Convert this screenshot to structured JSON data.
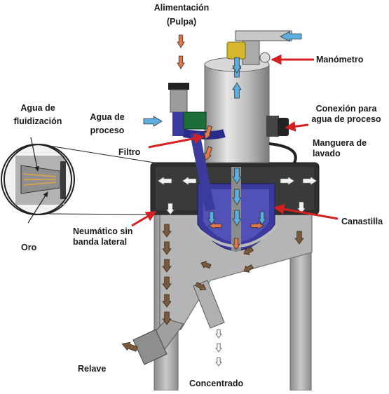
{
  "labels": {
    "feed": [
      "Alimentación",
      "(Pulpa)"
    ],
    "fluidization_water": [
      "Agua de",
      "fluidización"
    ],
    "process_water": [
      "Agua de",
      "proceso"
    ],
    "manometer": "Manómetro",
    "process_water_connection": [
      "Conexión para",
      "agua de proceso"
    ],
    "wash_hose": [
      "Manguera de",
      "lavado"
    ],
    "filter": "Filtro",
    "basket": "Canastilla",
    "tire": [
      "Neumático sin",
      "banda lateral"
    ],
    "gold": "Oro",
    "tailings": "Relave",
    "concentrate": "Concentrado"
  },
  "colors": {
    "flow_orange": "#e0784a",
    "flow_blue": "#5aafe0",
    "callout_red": "#d42020",
    "frame_dark": "#2e2e2e",
    "steel_grey": "#a9a9a9",
    "bowl_blue": "#3b3b9e",
    "brown_arrow": "#7a5a3c"
  }
}
